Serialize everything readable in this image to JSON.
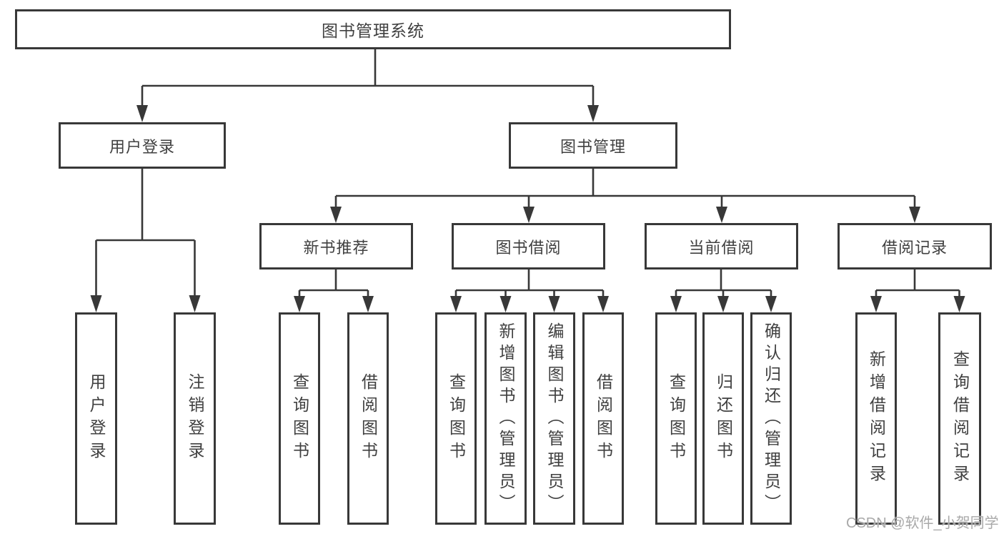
{
  "nodes": {
    "root": {
      "label": "图书管理系统"
    },
    "user_login": {
      "label": "用户登录"
    },
    "book_mgmt": {
      "label": "图书管理"
    },
    "new_book_rec": {
      "label": "新书推荐"
    },
    "book_borrow": {
      "label": "图书借阅"
    },
    "current_borrow": {
      "label": "当前借阅"
    },
    "borrow_records": {
      "label": "借阅记录"
    },
    "leaf_user_login": {
      "label": "用户登录"
    },
    "leaf_logout": {
      "label": "注销登录"
    },
    "leaf_rec_query_book": {
      "label": "查询图书"
    },
    "leaf_rec_borrow_book": {
      "label": "借阅图书"
    },
    "leaf_bb_query_book": {
      "label": "查询图书"
    },
    "leaf_bb_add_book": {
      "label": "新增图书（管理员）"
    },
    "leaf_bb_edit_book": {
      "label": "编辑图书（管理员）"
    },
    "leaf_bb_borrow_book": {
      "label": "借阅图书"
    },
    "leaf_cb_query_book": {
      "label": "查询图书"
    },
    "leaf_cb_return_book": {
      "label": "归还图书"
    },
    "leaf_cb_confirm_return": {
      "label": "确认归还（管理员）"
    },
    "leaf_br_add_record": {
      "label": "新增借阅记录"
    },
    "leaf_br_query_record": {
      "label": "查询借阅记录"
    }
  },
  "watermark": {
    "text": "CSDN @软件_小贺同学"
  },
  "colors": {
    "line": "#383838",
    "text": "#404040",
    "watermark": "#a9a9a9",
    "background": "#ffffff"
  }
}
